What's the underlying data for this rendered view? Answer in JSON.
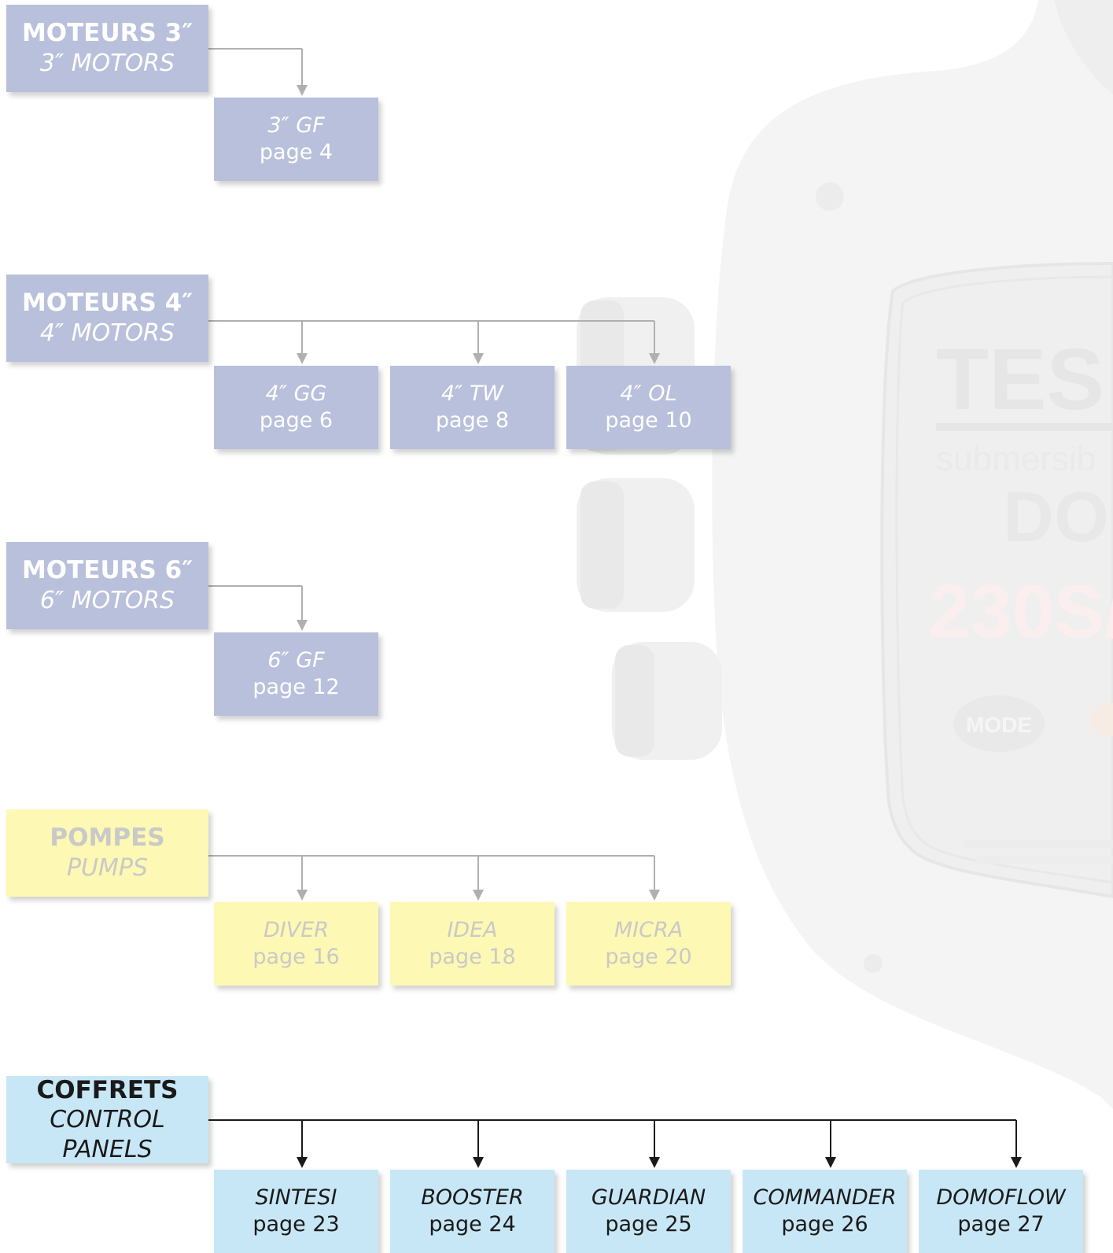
{
  "colors": {
    "motors_box": "#b9c0dc",
    "pumps_box": "#fdf8b3",
    "panels_box": "#c8e7f6",
    "faded_line": "#b0b0b0",
    "active_line": "#1a1a1a"
  },
  "background": {
    "brand_text": "TES",
    "sub_text": "submersib",
    "model_text": "DO",
    "code_text": "230S/",
    "button_label": "MODE"
  },
  "groups": [
    {
      "id": "motors-3",
      "style": "motors",
      "title": "MOTEURS 3″",
      "subtitle": "3″ MOTORS",
      "items": [
        {
          "name": "3″ GF",
          "page": "page 4"
        }
      ]
    },
    {
      "id": "motors-4",
      "style": "motors",
      "title": "MOTEURS 4″",
      "subtitle": "4″ MOTORS",
      "items": [
        {
          "name": "4″ GG",
          "page": "page 6"
        },
        {
          "name": "4″ TW",
          "page": "page 8"
        },
        {
          "name": "4″ OL",
          "page": "page 10"
        }
      ]
    },
    {
      "id": "motors-6",
      "style": "motors",
      "title": "MOTEURS 6″",
      "subtitle": "6″ MOTORS",
      "items": [
        {
          "name": "6″ GF",
          "page": "page 12"
        }
      ]
    },
    {
      "id": "pumps",
      "style": "pumps",
      "title": "POMPES",
      "subtitle": "PUMPS",
      "items": [
        {
          "name": "DIVER",
          "page": "page 16"
        },
        {
          "name": "IDEA",
          "page": "page 18"
        },
        {
          "name": "MICRA",
          "page": "page 20"
        }
      ]
    },
    {
      "id": "panels",
      "style": "panels",
      "title": "COFFRETS",
      "subtitle": "CONTROL PANELS",
      "items": [
        {
          "name": "SINTESI",
          "page": "page 23"
        },
        {
          "name": "BOOSTER",
          "page": "page 24"
        },
        {
          "name": "GUARDIAN",
          "page": "page 25"
        },
        {
          "name": "COMMANDER",
          "page": "page 26"
        },
        {
          "name": "DOMOFLOW",
          "page": "page 27"
        }
      ]
    }
  ]
}
